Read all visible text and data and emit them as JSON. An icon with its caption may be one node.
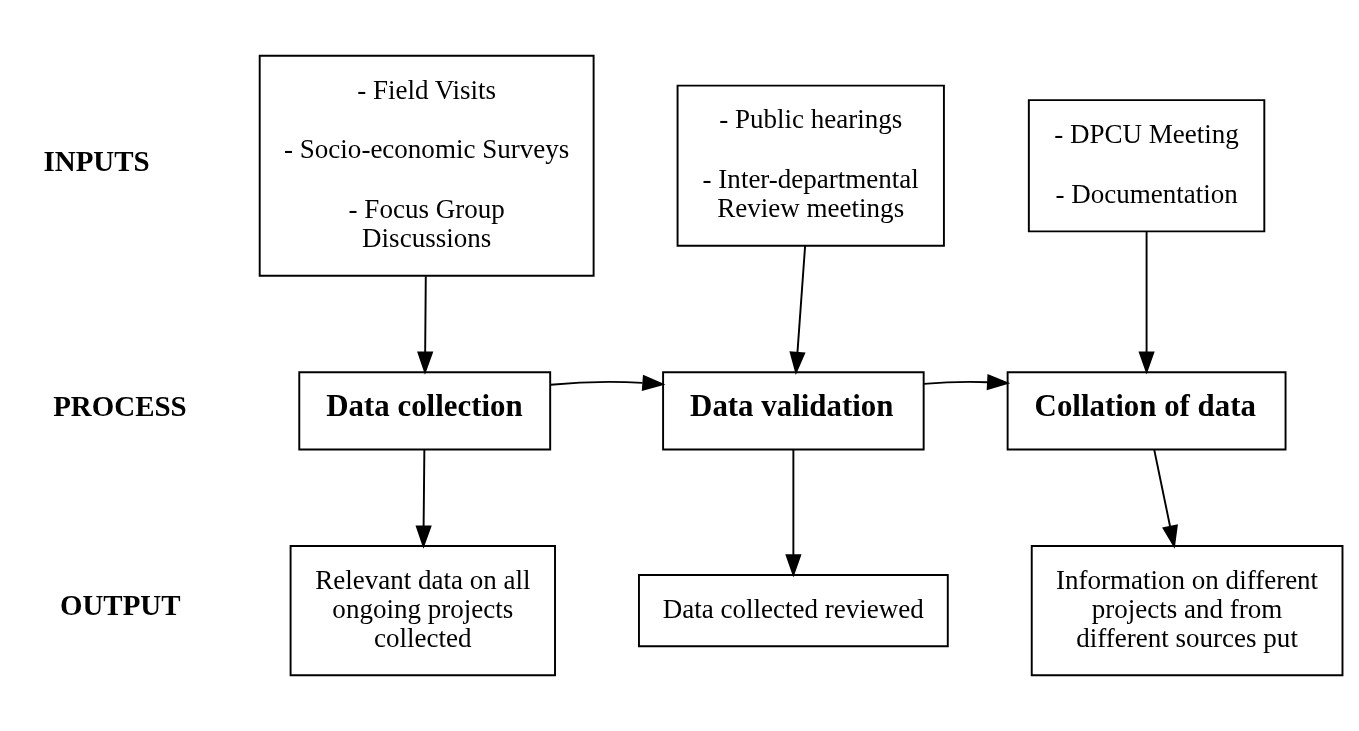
{
  "diagram": {
    "nodes": [
      {
        "text": [
          "- Field Visits",
          "- Socio-economic Surveys",
          "- Focus Group Discussions"
        ]
      },
      {
        "text": [
          "- Public hearings",
          "- Inter-departmental Review meetings"
        ]
      },
      {
        "text": [
          "- DPCU Meeting",
          "- Documentation"
        ]
      },
      {
        "text": [
          "Data collection"
        ]
      },
      {
        "text": [
          "Data validation"
        ]
      },
      {
        "text": [
          "Collation of data"
        ]
      },
      {
        "text": [
          "Relevant data on all ongoing projects collected"
        ]
      },
      {
        "text": [
          "Data collected reviewed"
        ]
      },
      {
        "text": [
          "Information on different projects and from different sources put"
        ]
      }
    ],
    "edges": [
      {
        "from": 0,
        "to": 3,
        "arrow": "to"
      },
      {
        "from": 1,
        "to": 4,
        "arrow": "to"
      },
      {
        "from": 2,
        "to": 5,
        "arrow": "to"
      },
      {
        "from": 3,
        "to": 4,
        "arrow": "to"
      },
      {
        "from": 4,
        "to": 5,
        "arrow": "to"
      },
      {
        "from": 3,
        "to": 6,
        "arrow": "to"
      },
      {
        "from": 4,
        "to": 7,
        "arrow": "to"
      },
      {
        "from": 5,
        "to": 8,
        "arrow": "to"
      }
    ],
    "labels": [
      "INPUTS",
      "PROCESS",
      "OUTPUT"
    ]
  }
}
